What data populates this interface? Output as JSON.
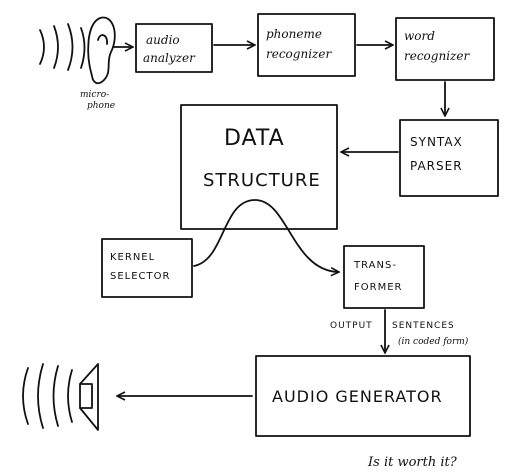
{
  "diagram": {
    "microphone_label_line1": "micro-",
    "microphone_label_line2": "phone",
    "audio_analyzer_line1": "audio",
    "audio_analyzer_line2": "analyzer",
    "phoneme_recognizer_line1": "phoneme",
    "phoneme_recognizer_line2": "recognizer",
    "word_recognizer_line1": "word",
    "word_recognizer_line2": "recognizer",
    "syntax_parser_line1": "SYNTAX",
    "syntax_parser_line2": "PARSER",
    "data_structure_line1": "DATA",
    "data_structure_line2": "STRUCTURE",
    "kernel_selector_line1": "KERNEL",
    "kernel_selector_line2": "SELECTOR",
    "transformer_line1": "TRANS-",
    "transformer_line2": "FORMER",
    "output_label": "OUTPUT",
    "sentences_label": "SENTENCES",
    "coded_form_label": "(in coded form)",
    "audio_generator": "AUDIO GENERATOR",
    "caption": "Is it worth it?"
  }
}
